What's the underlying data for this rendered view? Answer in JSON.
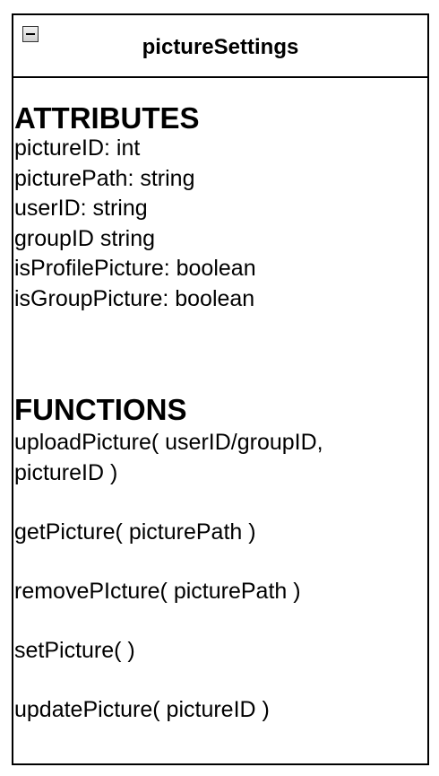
{
  "class_box": {
    "title": "pictureSettings",
    "collapse_icon": "minus-box-icon"
  },
  "attributes": {
    "heading": "ATTRIBUTES",
    "items": [
      "pictureID: int",
      "picturePath: string",
      "userID: string",
      "groupID string",
      "isProfilePicture: boolean",
      "isGroupPicture: boolean"
    ]
  },
  "functions": {
    "heading": "FUNCTIONS",
    "items": [
      [
        "uploadPicture( userID/groupID,",
        "pictureID )"
      ],
      [
        "getPicture( picturePath )"
      ],
      [
        "removePIcture( picturePath )"
      ],
      [
        "setPicture( )"
      ],
      [
        "updatePicture( pictureID )"
      ]
    ]
  }
}
